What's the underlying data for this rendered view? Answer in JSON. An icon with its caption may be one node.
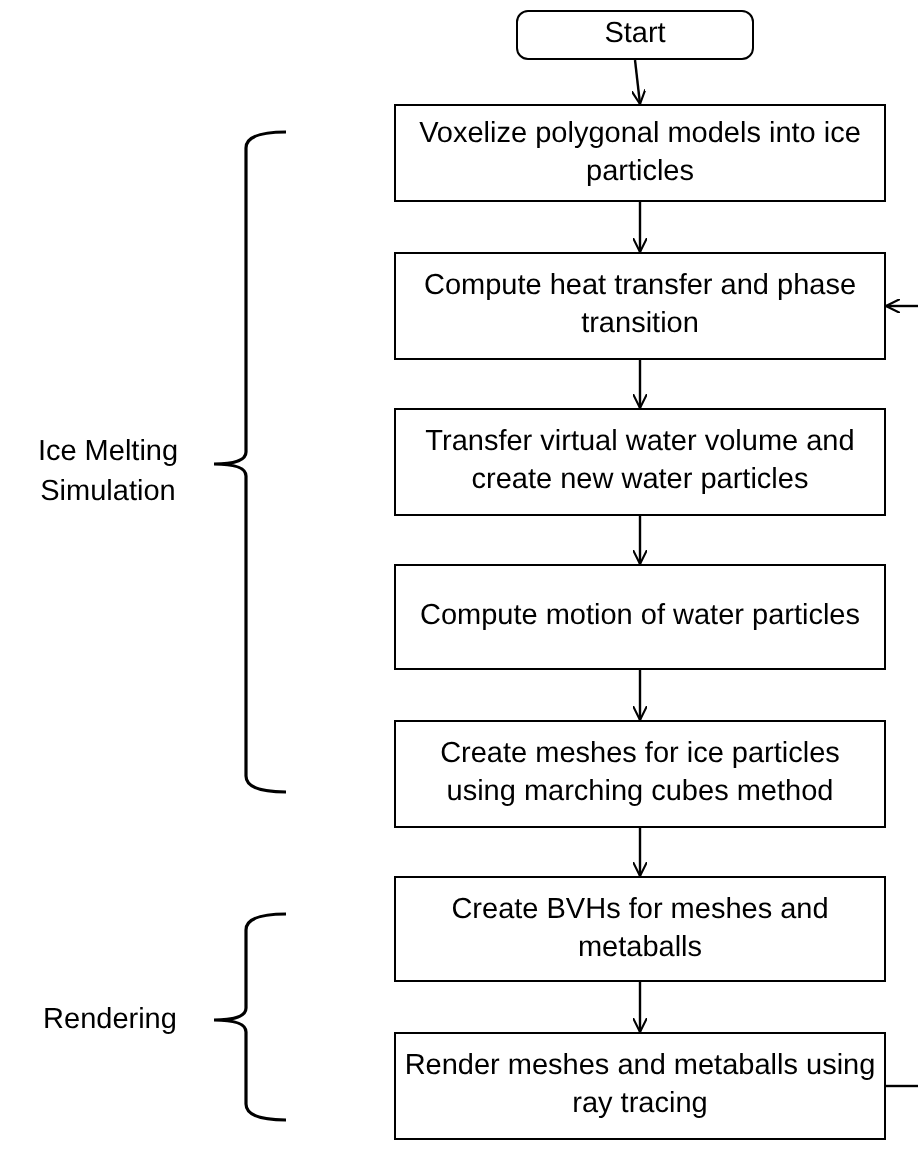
{
  "diagram": {
    "nodes": [
      {
        "text": [
          "Start"
        ]
      },
      {
        "text": [
          "Voxelize polygonal models into ice particles"
        ]
      },
      {
        "text": [
          "Compute heat transfer and phase transition"
        ]
      },
      {
        "text": [
          "Transfer virtual water volume and create new water particles"
        ]
      },
      {
        "text": [
          "Compute motion of water particles"
        ]
      },
      {
        "text": [
          "Create meshes for ice particles using marching cubes method"
        ]
      },
      {
        "text": [
          "Create BVHs for meshes and metaballs"
        ]
      },
      {
        "text": [
          "Render meshes and metaballs using ray tracing"
        ]
      }
    ],
    "edges": [
      {
        "from": 0,
        "to": 1,
        "arrow": "to"
      },
      {
        "from": 1,
        "to": 2,
        "arrow": "to"
      },
      {
        "from": 2,
        "to": 3,
        "arrow": "to"
      },
      {
        "from": 3,
        "to": 4,
        "arrow": "to"
      },
      {
        "from": 4,
        "to": 5,
        "arrow": "to"
      },
      {
        "from": 5,
        "to": 6,
        "arrow": "to"
      },
      {
        "from": 6,
        "to": 7,
        "arrow": "to"
      },
      {
        "from": 7,
        "to": null,
        "arrow": "none"
      },
      {
        "from": null,
        "to": 2,
        "arrow": "to"
      }
    ],
    "labels": [
      "Ice Melting Simulation",
      "Rendering"
    ]
  }
}
